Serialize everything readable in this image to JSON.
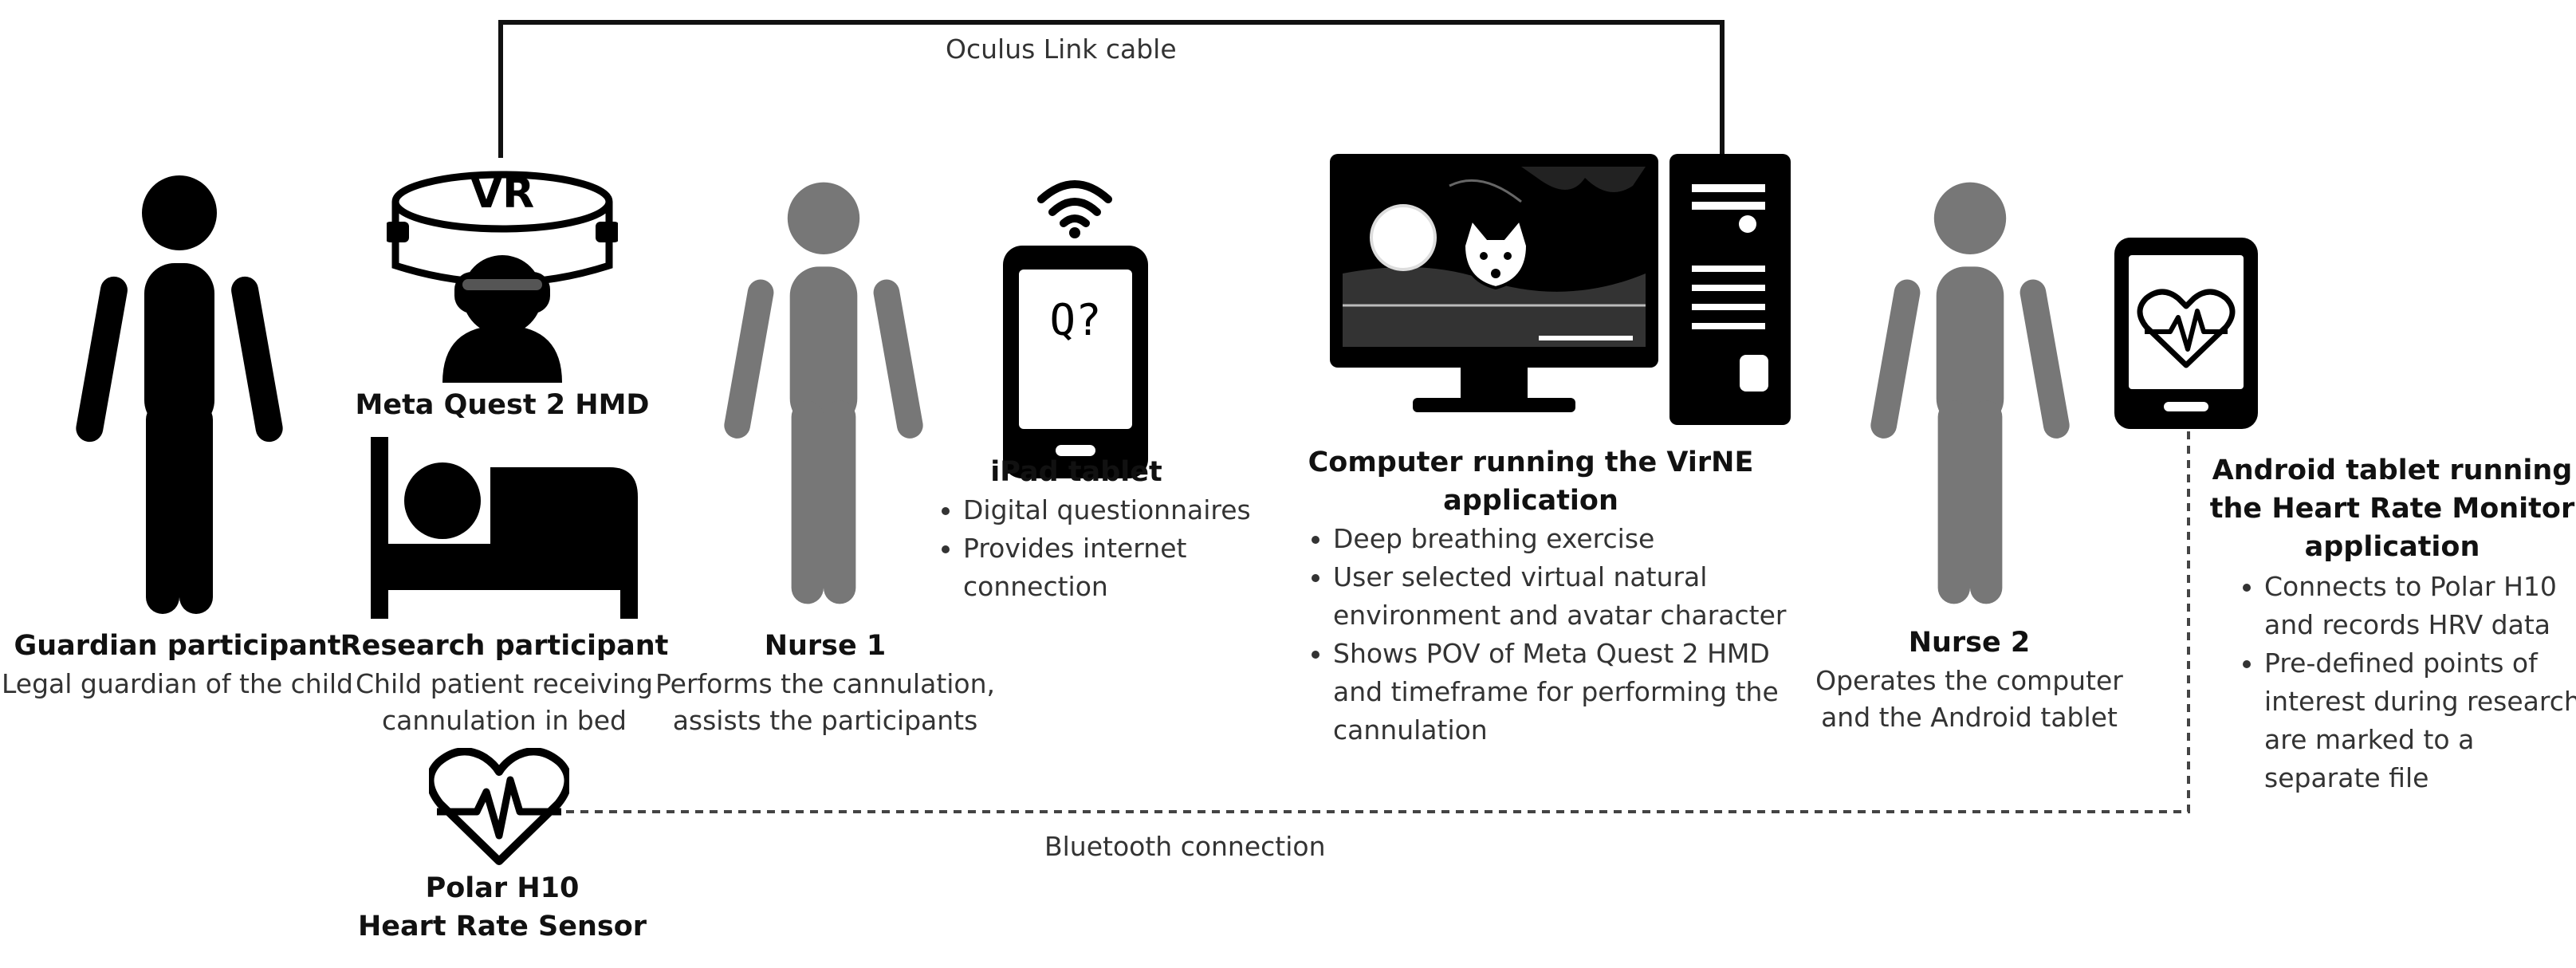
{
  "connections": {
    "oculus_link": "Oculus Link cable",
    "bluetooth": "Bluetooth connection"
  },
  "guardian": {
    "title": "Guardian participant",
    "desc": "Legal guardian of the child"
  },
  "hmd": {
    "badge": "VR",
    "title": "Meta Quest 2 HMD"
  },
  "research": {
    "title": "Research participant",
    "desc_lines": [
      "Child patient receiving",
      "cannulation in bed"
    ]
  },
  "sensor": {
    "title_lines": [
      "Polar H10",
      "Heart Rate Sensor"
    ]
  },
  "nurse1": {
    "title": "Nurse 1",
    "desc_lines": [
      "Performs the cannulation,",
      "assists the participants"
    ]
  },
  "ipad": {
    "screen_text": "Q?",
    "title": "iPad tablet",
    "bullets": [
      "Digital questionnaires",
      "Provides internet",
      "connection"
    ]
  },
  "computer": {
    "title_lines": [
      "Computer running the VirNE",
      "application"
    ],
    "bullets": [
      "Deep breathing exercise",
      "User selected virtual natural",
      "environment and avatar character",
      "Shows POV of Meta Quest 2 HMD",
      "and timeframe for performing the",
      "cannulation"
    ]
  },
  "nurse2": {
    "title": "Nurse 2",
    "desc_lines": [
      "Operates the computer",
      "and the Android tablet"
    ]
  },
  "android": {
    "title_lines": [
      "Android tablet running",
      "the Heart Rate Monitor",
      "application"
    ],
    "bullets": [
      "Connects to Polar H10",
      "and records HRV data",
      "Pre-defined points of",
      "interest during research",
      "are marked to a",
      "separate file"
    ]
  },
  "colors": {
    "black": "#000000",
    "gray": "#777777",
    "line": "#111111"
  }
}
